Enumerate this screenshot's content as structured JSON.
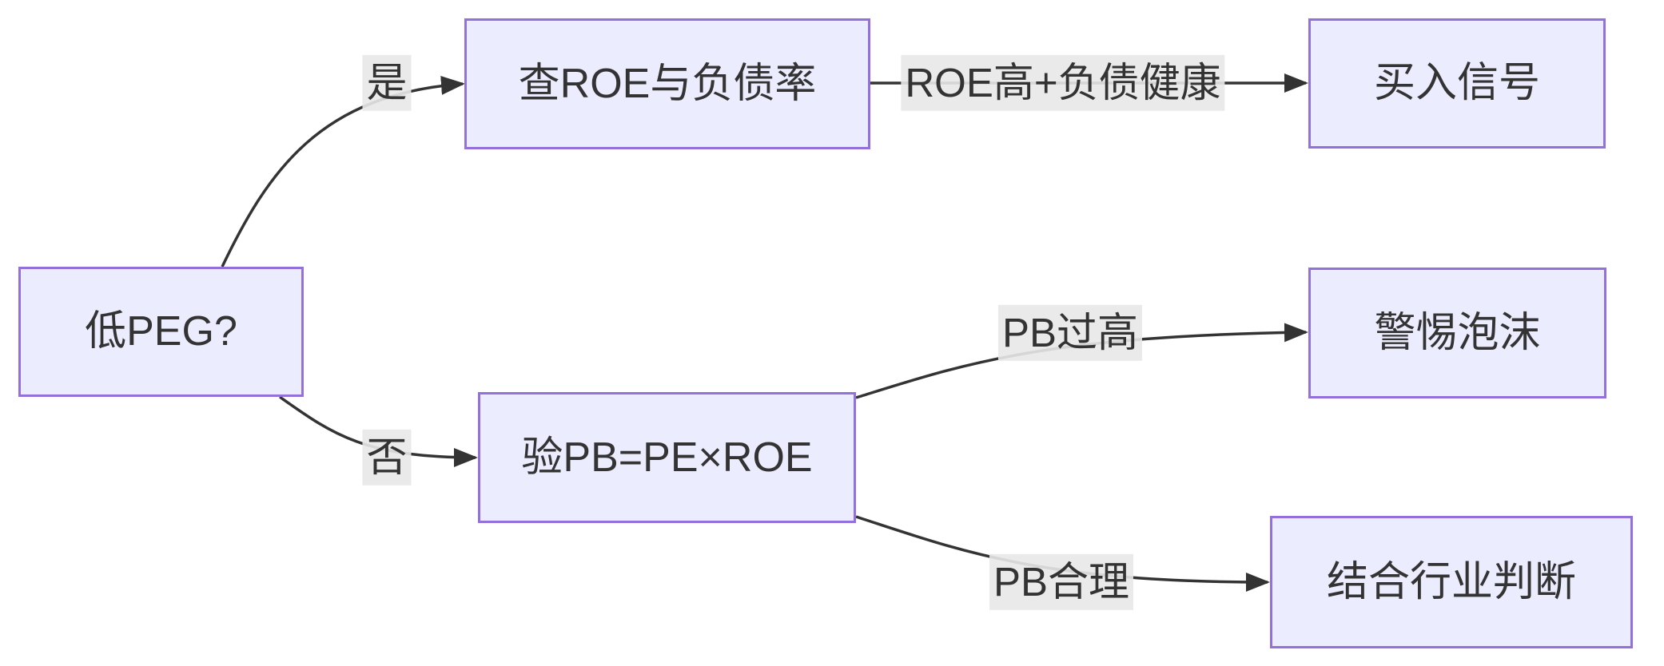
{
  "diagram": {
    "type": "flowchart",
    "direction": "LR",
    "colors": {
      "background": "#ffffff",
      "node_fill": "#ECECFF",
      "node_border": "#9370DB",
      "edge_line": "#333333",
      "edge_label_bg": "#e8e8e8",
      "text": "#333333"
    },
    "nodes": [
      {
        "id": "A",
        "label": "低PEG?"
      },
      {
        "id": "B",
        "label": "查ROE与负债率"
      },
      {
        "id": "C",
        "label": "买入信号"
      },
      {
        "id": "D",
        "label": "验PB=PE×ROE"
      },
      {
        "id": "E",
        "label": "警惕泡沫"
      },
      {
        "id": "F",
        "label": "结合行业判断"
      }
    ],
    "edges": [
      {
        "from": "A",
        "to": "B",
        "label": "是"
      },
      {
        "from": "B",
        "to": "C",
        "label": "ROE高+负债健康"
      },
      {
        "from": "A",
        "to": "D",
        "label": "否"
      },
      {
        "from": "D",
        "to": "E",
        "label": "PB过高"
      },
      {
        "from": "D",
        "to": "F",
        "label": "PB合理"
      }
    ]
  }
}
